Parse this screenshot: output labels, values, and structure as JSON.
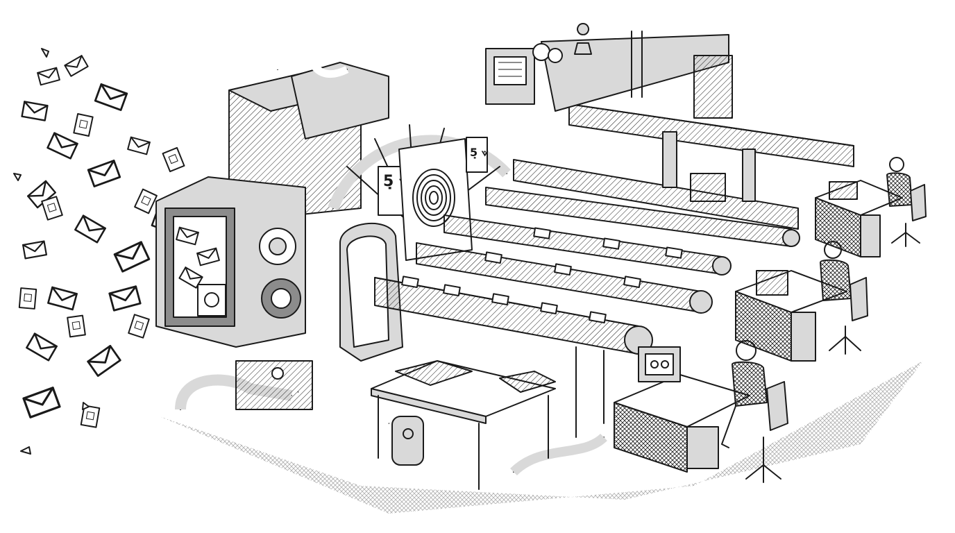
{
  "scene": {
    "style": "monochrome pen-and-ink engraving",
    "colors": {
      "ink": "#1a1a1a",
      "paper": "#ffffff",
      "shade": "#d9d9d9",
      "deep_shade": "#8c8c8c"
    },
    "icons": [
      "envelope-icon",
      "fingerprint-icon",
      "glyph-card-icon",
      "conveyor-belt-icon",
      "worker-icon",
      "office-chair-icon",
      "control-panel-icon"
    ]
  },
  "signs": {
    "left_card_glyph": "5̣ ⟇",
    "right_card_glyph": "5̣ ⟇"
  }
}
